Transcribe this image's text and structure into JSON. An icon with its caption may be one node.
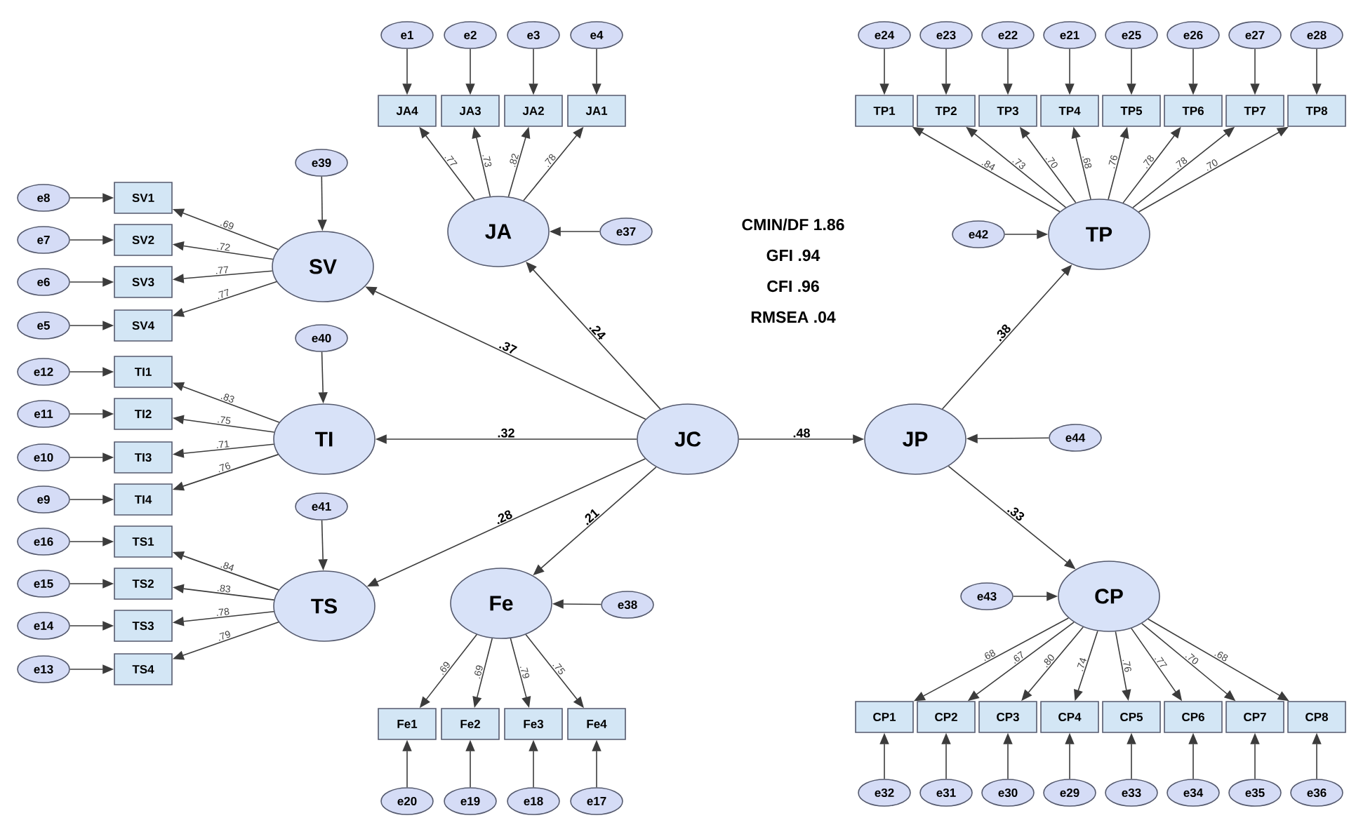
{
  "diagram": {
    "nodes": [
      {
        "text": [
          "e1"
        ]
      },
      {
        "text": [
          "e2"
        ]
      },
      {
        "text": [
          "e3"
        ]
      },
      {
        "text": [
          "e4"
        ]
      },
      {
        "text": [
          "e24"
        ]
      },
      {
        "text": [
          "e23"
        ]
      },
      {
        "text": [
          "e22"
        ]
      },
      {
        "text": [
          "e21"
        ]
      },
      {
        "text": [
          "e25"
        ]
      },
      {
        "text": [
          "e26"
        ]
      },
      {
        "text": [
          "e27"
        ]
      },
      {
        "text": [
          "e28"
        ]
      },
      {
        "text": [
          "JA4"
        ]
      },
      {
        "text": [
          "JA3"
        ]
      },
      {
        "text": [
          "JA2"
        ]
      },
      {
        "text": [
          "JA1"
        ]
      },
      {
        "text": [
          "TP1"
        ]
      },
      {
        "text": [
          "TP2"
        ]
      },
      {
        "text": [
          "TP3"
        ]
      },
      {
        "text": [
          "TP4"
        ]
      },
      {
        "text": [
          "TP5"
        ]
      },
      {
        "text": [
          "TP6"
        ]
      },
      {
        "text": [
          "TP7"
        ]
      },
      {
        "text": [
          "TP8"
        ]
      },
      {
        "text": [
          "e8"
        ]
      },
      {
        "text": [
          "SV1"
        ]
      },
      {
        "text": [
          "e39"
        ]
      },
      {
        "text": [
          "SV"
        ]
      },
      {
        "text": [
          "JA"
        ]
      },
      {
        "text": [
          "e37"
        ]
      },
      {
        "text": [
          "TP"
        ]
      },
      {
        "text": [
          "e42"
        ]
      },
      {
        "text": [
          "e7"
        ]
      },
      {
        "text": [
          "SV2"
        ]
      },
      {
        "text": [
          "e6"
        ]
      },
      {
        "text": [
          "SV3"
        ]
      },
      {
        "text": [
          "e5"
        ]
      },
      {
        "text": [
          "SV4"
        ]
      },
      {
        "text": [
          "e40"
        ]
      },
      {
        "text": [
          "e12"
        ]
      },
      {
        "text": [
          "TI1"
        ]
      },
      {
        "text": [
          "e11"
        ]
      },
      {
        "text": [
          "TI2"
        ]
      },
      {
        "text": [
          "TI"
        ]
      },
      {
        "text": [
          "JC"
        ]
      },
      {
        "text": [
          "JP"
        ]
      },
      {
        "text": [
          "e44"
        ]
      },
      {
        "text": [
          "e10"
        ]
      },
      {
        "text": [
          "TI3"
        ]
      },
      {
        "text": [
          "e9"
        ]
      },
      {
        "text": [
          "TI4"
        ]
      },
      {
        "text": [
          "e41"
        ]
      },
      {
        "text": [
          "e16"
        ]
      },
      {
        "text": [
          "TS1"
        ]
      },
      {
        "text": [
          "e15"
        ]
      },
      {
        "text": [
          "TS2"
        ]
      },
      {
        "text": [
          "TS"
        ]
      },
      {
        "text": [
          "Fe"
        ]
      },
      {
        "text": [
          "e38"
        ]
      },
      {
        "text": [
          "e43"
        ]
      },
      {
        "text": [
          "CP"
        ]
      },
      {
        "text": [
          "e14"
        ]
      },
      {
        "text": [
          "TS3"
        ]
      },
      {
        "text": [
          "e13"
        ]
      },
      {
        "text": [
          "TS4"
        ]
      },
      {
        "text": [
          "CP1"
        ]
      },
      {
        "text": [
          "CP2"
        ]
      },
      {
        "text": [
          "CP3"
        ]
      },
      {
        "text": [
          "CP4"
        ]
      },
      {
        "text": [
          "CP5"
        ]
      },
      {
        "text": [
          "CP6"
        ]
      },
      {
        "text": [
          "CP7"
        ]
      },
      {
        "text": [
          "CP8"
        ]
      },
      {
        "text": [
          "Fe1"
        ]
      },
      {
        "text": [
          "Fe2"
        ]
      },
      {
        "text": [
          "Fe3"
        ]
      },
      {
        "text": [
          "Fe4"
        ]
      },
      {
        "text": [
          "e32"
        ]
      },
      {
        "text": [
          "e31"
        ]
      },
      {
        "text": [
          "e30"
        ]
      },
      {
        "text": [
          "e29"
        ]
      },
      {
        "text": [
          "e33"
        ]
      },
      {
        "text": [
          "e34"
        ]
      },
      {
        "text": [
          "e35"
        ]
      },
      {
        "text": [
          "e36"
        ]
      },
      {
        "text": [
          "e20"
        ]
      },
      {
        "text": [
          "e19"
        ]
      },
      {
        "text": [
          "e18"
        ]
      },
      {
        "text": [
          "e17"
        ]
      }
    ],
    "edges": [
      {
        "from": 0,
        "to": 12,
        "arrow": "to"
      },
      {
        "from": 1,
        "to": 13,
        "arrow": "to"
      },
      {
        "from": 2,
        "to": 14,
        "arrow": "to"
      },
      {
        "from": 3,
        "to": 15,
        "arrow": "to"
      },
      {
        "from": 4,
        "to": 16,
        "arrow": "to"
      },
      {
        "from": 5,
        "to": 17,
        "arrow": "to"
      },
      {
        "from": 6,
        "to": 18,
        "arrow": "to"
      },
      {
        "from": 7,
        "to": 19,
        "arrow": "to"
      },
      {
        "from": 8,
        "to": 20,
        "arrow": "to"
      },
      {
        "from": 9,
        "to": 21,
        "arrow": "to"
      },
      {
        "from": 10,
        "to": 22,
        "arrow": "to"
      },
      {
        "from": 11,
        "to": 23,
        "arrow": "to"
      },
      {
        "from": 24,
        "to": 25,
        "arrow": "to"
      },
      {
        "from": 32,
        "to": 33,
        "arrow": "to"
      },
      {
        "from": 34,
        "to": 35,
        "arrow": "to"
      },
      {
        "from": 36,
        "to": 37,
        "arrow": "to"
      },
      {
        "from": 39,
        "to": 40,
        "arrow": "to"
      },
      {
        "from": 41,
        "to": 42,
        "arrow": "to"
      },
      {
        "from": 47,
        "to": 48,
        "arrow": "to"
      },
      {
        "from": 49,
        "to": 50,
        "arrow": "to"
      },
      {
        "from": 52,
        "to": 53,
        "arrow": "to"
      },
      {
        "from": 54,
        "to": 55,
        "arrow": "to"
      },
      {
        "from": 61,
        "to": 62,
        "arrow": "to"
      },
      {
        "from": 63,
        "to": 64,
        "arrow": "to"
      },
      {
        "from": 77,
        "to": 65,
        "arrow": "to"
      },
      {
        "from": 78,
        "to": 66,
        "arrow": "to"
      },
      {
        "from": 79,
        "to": 67,
        "arrow": "to"
      },
      {
        "from": 80,
        "to": 68,
        "arrow": "to"
      },
      {
        "from": 81,
        "to": 69,
        "arrow": "to"
      },
      {
        "from": 82,
        "to": 70,
        "arrow": "to"
      },
      {
        "from": 83,
        "to": 71,
        "arrow": "to"
      },
      {
        "from": 84,
        "to": 72,
        "arrow": "to"
      },
      {
        "from": 85,
        "to": 73,
        "arrow": "to"
      },
      {
        "from": 86,
        "to": 74,
        "arrow": "to"
      },
      {
        "from": 87,
        "to": 75,
        "arrow": "to"
      },
      {
        "from": 88,
        "to": 76,
        "arrow": "to"
      },
      {
        "from": 26,
        "to": 27,
        "arrow": "to"
      },
      {
        "from": 29,
        "to": 28,
        "arrow": "to"
      },
      {
        "from": 31,
        "to": 30,
        "arrow": "to"
      },
      {
        "from": 38,
        "to": 43,
        "arrow": "to"
      },
      {
        "from": 46,
        "to": 45,
        "arrow": "to"
      },
      {
        "from": 51,
        "to": 56,
        "arrow": "to"
      },
      {
        "from": 58,
        "to": 57,
        "arrow": "to"
      },
      {
        "from": 59,
        "to": 60,
        "arrow": "to"
      },
      {
        "from": 44,
        "to": 27,
        "arrow": "to",
        "label": ".37"
      },
      {
        "from": 44,
        "to": 28,
        "arrow": "to",
        "label": ".24"
      },
      {
        "from": 44,
        "to": 43,
        "arrow": "to",
        "label": ".32"
      },
      {
        "from": 44,
        "to": 56,
        "arrow": "to",
        "label": ".28"
      },
      {
        "from": 44,
        "to": 57,
        "arrow": "to",
        "label": ".21"
      },
      {
        "from": 44,
        "to": 45,
        "arrow": "to",
        "label": ".48"
      },
      {
        "from": 45,
        "to": 30,
        "arrow": "to",
        "label": ".38"
      },
      {
        "from": 45,
        "to": 60,
        "arrow": "to",
        "label": ".33"
      },
      {
        "from": 27,
        "to": 25,
        "arrow": "to",
        "label": ".69"
      },
      {
        "from": 27,
        "to": 33,
        "arrow": "to",
        "label": ".72"
      },
      {
        "from": 27,
        "to": 35,
        "arrow": "to",
        "label": ".77"
      },
      {
        "from": 27,
        "to": 37,
        "arrow": "to",
        "label": ".77"
      },
      {
        "from": 28,
        "to": 12,
        "arrow": "to",
        "label": ".77"
      },
      {
        "from": 28,
        "to": 13,
        "arrow": "to",
        "label": ".73"
      },
      {
        "from": 28,
        "to": 14,
        "arrow": "to",
        "label": ".82"
      },
      {
        "from": 28,
        "to": 15,
        "arrow": "to",
        "label": ".78"
      },
      {
        "from": 43,
        "to": 40,
        "arrow": "to",
        "label": ".83"
      },
      {
        "from": 43,
        "to": 42,
        "arrow": "to",
        "label": ".75"
      },
      {
        "from": 43,
        "to": 48,
        "arrow": "to",
        "label": ".71"
      },
      {
        "from": 43,
        "to": 50,
        "arrow": "to",
        "label": ".76"
      },
      {
        "from": 56,
        "to": 53,
        "arrow": "to",
        "label": ".84"
      },
      {
        "from": 56,
        "to": 55,
        "arrow": "to",
        "label": ".83"
      },
      {
        "from": 56,
        "to": 62,
        "arrow": "to",
        "label": ".78"
      },
      {
        "from": 56,
        "to": 64,
        "arrow": "to",
        "label": ".79"
      },
      {
        "from": 57,
        "to": 73,
        "arrow": "to",
        "label": ".69"
      },
      {
        "from": 57,
        "to": 74,
        "arrow": "to",
        "label": ".69"
      },
      {
        "from": 57,
        "to": 75,
        "arrow": "to",
        "label": ".79"
      },
      {
        "from": 57,
        "to": 76,
        "arrow": "to",
        "label": ".75"
      },
      {
        "from": 30,
        "to": 16,
        "arrow": "to",
        "label": ".84"
      },
      {
        "from": 30,
        "to": 17,
        "arrow": "to",
        "label": ".73"
      },
      {
        "from": 30,
        "to": 18,
        "arrow": "to",
        "label": ".70"
      },
      {
        "from": 30,
        "to": 19,
        "arrow": "to",
        "label": ".68"
      },
      {
        "from": 30,
        "to": 20,
        "arrow": "to",
        "label": ".76"
      },
      {
        "from": 30,
        "to": 21,
        "arrow": "to",
        "label": ".78"
      },
      {
        "from": 30,
        "to": 22,
        "arrow": "to",
        "label": ".78"
      },
      {
        "from": 30,
        "to": 23,
        "arrow": "to",
        "label": ".70"
      },
      {
        "from": 60,
        "to": 65,
        "arrow": "to",
        "label": ".68"
      },
      {
        "from": 60,
        "to": 66,
        "arrow": "to",
        "label": ".67"
      },
      {
        "from": 60,
        "to": 67,
        "arrow": "to",
        "label": ".80"
      },
      {
        "from": 60,
        "to": 68,
        "arrow": "to",
        "label": ".74"
      },
      {
        "from": 60,
        "to": 69,
        "arrow": "to",
        "label": ".76"
      },
      {
        "from": 60,
        "to": 70,
        "arrow": "to",
        "label": ".77"
      },
      {
        "from": 60,
        "to": 71,
        "arrow": "to",
        "label": ".70"
      },
      {
        "from": 60,
        "to": 72,
        "arrow": "to",
        "label": ".68"
      }
    ],
    "labels": [
      "CMIN/DF 1.86",
      "GFI .94",
      "CFI .96",
      "RMSEA .04"
    ]
  }
}
